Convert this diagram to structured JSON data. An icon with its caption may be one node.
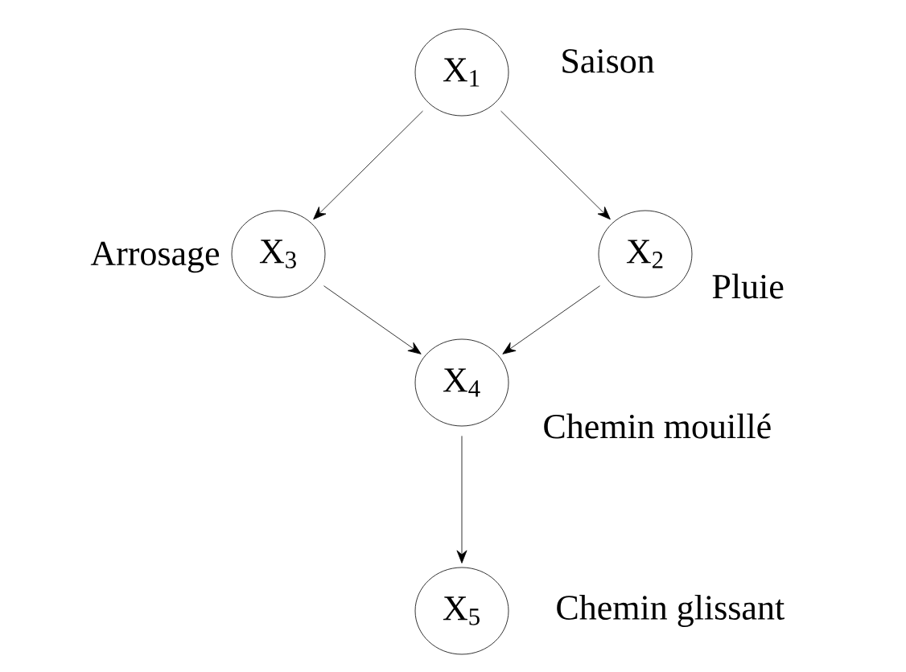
{
  "diagram": {
    "nodes": [
      {
        "text": [
          "X$_{1}$"
        ],
        "beside": [
          "Saison"
        ]
      },
      {
        "text": [
          "X$_{3}$"
        ],
        "beside": [
          "Arrosage"
        ]
      },
      {
        "text": [
          "X$_{2}$"
        ],
        "beside": [
          "Pluie"
        ]
      },
      {
        "text": [
          "X$_{4}$"
        ],
        "beside": [
          "Chemin mouillé"
        ]
      },
      {
        "text": [
          "X$_{5}$"
        ],
        "beside": [
          "Chemin glissant"
        ]
      }
    ],
    "edges": [
      {
        "from": 0,
        "to": 1,
        "arrow": "to"
      },
      {
        "from": 0,
        "to": 2,
        "arrow": "to"
      },
      {
        "from": 1,
        "to": 3,
        "arrow": "to"
      },
      {
        "from": 2,
        "to": 3,
        "arrow": "to"
      },
      {
        "from": 3,
        "to": 4,
        "arrow": "to"
      }
    ]
  }
}
